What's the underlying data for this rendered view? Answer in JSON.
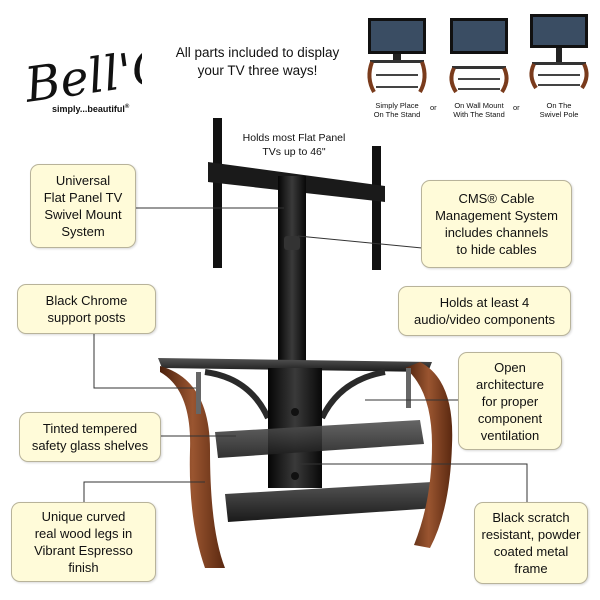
{
  "brand": {
    "logo_text": "Bell'O",
    "tagline": "simply...beautiful"
  },
  "headline": {
    "line1": "All parts included to display",
    "line2": "your TV three ways!"
  },
  "setups": [
    {
      "caption_line1": "Simply Place",
      "caption_line2": "On The Stand"
    },
    {
      "caption_line1": "On Wall Mount",
      "caption_line2": "With The Stand"
    },
    {
      "caption_line1": "On The",
      "caption_line2": "Swivel Pole"
    }
  ],
  "setup_separator": "or",
  "tv_size_note": {
    "line1": "Holds most Flat Panel",
    "line2": "TVs up to 46\""
  },
  "features": {
    "swivel_mount": [
      "Universal",
      "Flat Panel TV",
      "Swivel Mount",
      "System"
    ],
    "cable_management": [
      "CMS® Cable",
      "Management System",
      "includes channels",
      "to hide cables"
    ],
    "support_posts": [
      "Black Chrome",
      "support posts"
    ],
    "components": [
      "Holds at least 4",
      "audio/video components"
    ],
    "ventilation": [
      "Open",
      "architecture",
      "for proper",
      "component",
      "ventilation"
    ],
    "glass_shelves": [
      "Tinted tempered",
      "safety glass shelves"
    ],
    "wood_legs": [
      "Unique curved",
      "real wood legs in",
      "Vibrant Espresso",
      "finish"
    ],
    "metal_frame": [
      "Black scratch",
      "resistant, powder",
      "coated metal",
      "frame"
    ]
  },
  "colors": {
    "callout_bg": "#fffbd9",
    "callout_border": "#b8b39a",
    "wood": "#7a3b1c",
    "glass": "#2a2a2a"
  }
}
